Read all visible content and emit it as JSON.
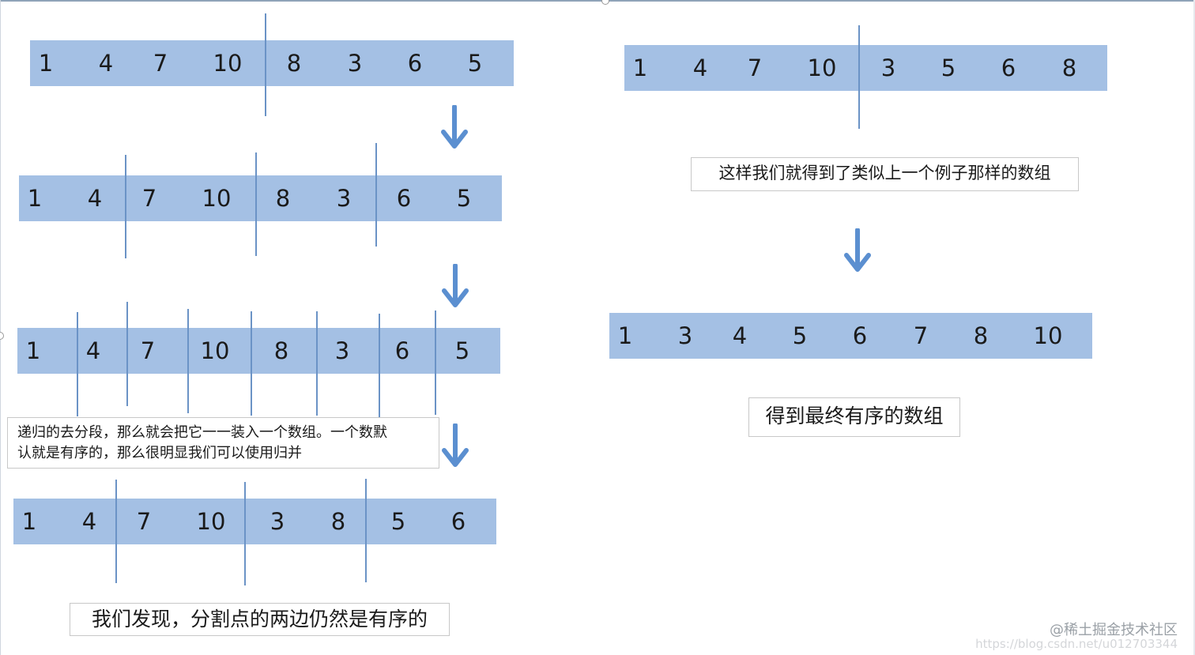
{
  "diagram": {
    "left_steps": [
      {
        "id": "step1",
        "values": [
          "1",
          "4",
          "7",
          "10",
          "8",
          "3",
          "6",
          "5"
        ]
      },
      {
        "id": "step2",
        "values": [
          "1",
          "4",
          "7",
          "10",
          "8",
          "3",
          "6",
          "5"
        ]
      },
      {
        "id": "step3",
        "values": [
          "1",
          "4",
          "7",
          "10",
          "8",
          "3",
          "6",
          "5"
        ]
      },
      {
        "id": "step4",
        "values": [
          "1",
          "4",
          "7",
          "10",
          "3",
          "8",
          "5",
          "6"
        ]
      }
    ],
    "right_steps": [
      {
        "id": "merged-halves",
        "values": [
          "1",
          "4",
          "7",
          "10",
          "3",
          "5",
          "6",
          "8"
        ]
      },
      {
        "id": "final",
        "values": [
          "1",
          "3",
          "4",
          "5",
          "6",
          "7",
          "8",
          "10"
        ]
      }
    ],
    "notes": {
      "recursion_note_line1": "递归的去分段，那么就会把它一一装入一个数组。一个数默",
      "recursion_note_line2": "认就是有序的，那么很明显我们可以使用归并",
      "sorted_sides_note": "我们发现，分割点的两边仍然是有序的",
      "similar_array_note": "这样我们就得到了类似上一个例子那样的数组",
      "final_note": "得到最终有序的数组"
    },
    "colors": {
      "bar": "#a4c0e4",
      "divider": "#6b93c6",
      "arrow": "#5b8fd0"
    }
  },
  "watermark": {
    "line1": "@稀土掘金技术社区",
    "line2": "https://blog.csdn.net/u012703344"
  }
}
